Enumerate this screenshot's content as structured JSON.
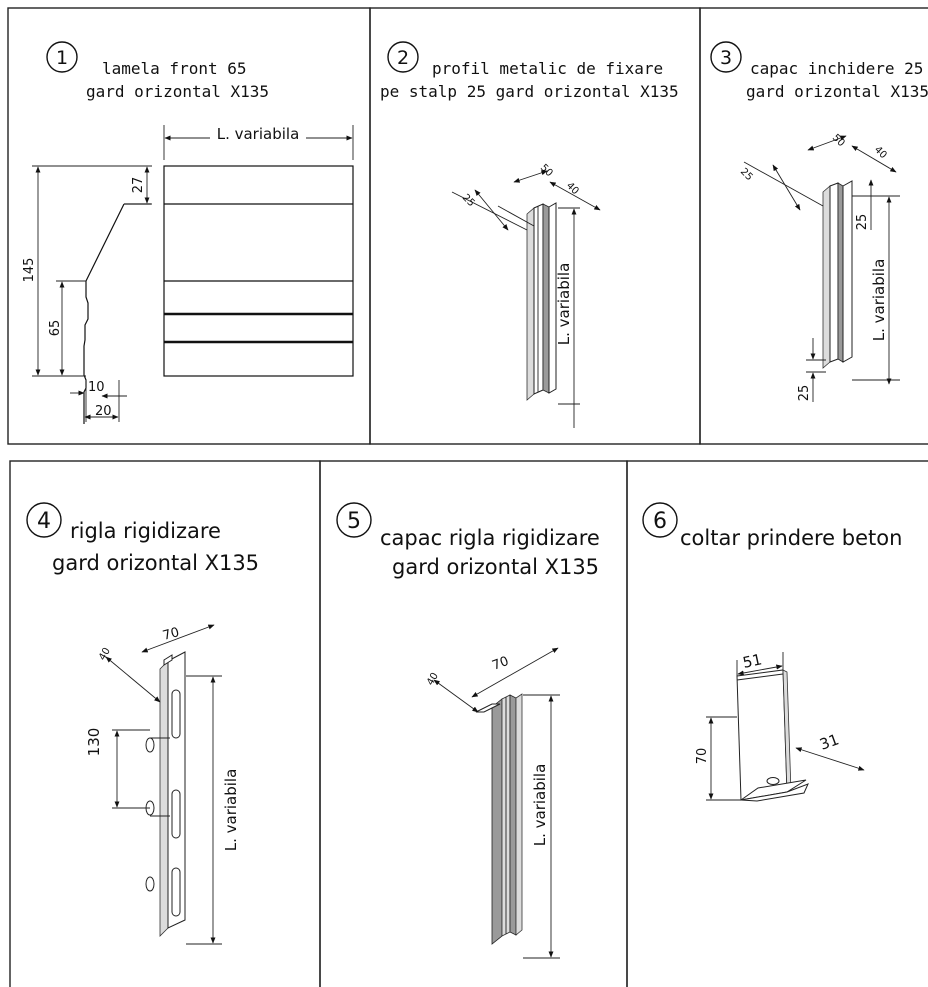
{
  "panels": [
    {
      "number": "1",
      "title_line1": "lamela front 65",
      "title_line2": "gard orizontal X135",
      "dims": {
        "height": "145",
        "top": "27",
        "mid": "65",
        "lip": "10",
        "base": "20",
        "length": "L. variabila"
      }
    },
    {
      "number": "2",
      "title_line1": "profil metalic de fixare",
      "title_line2": "pe stalp 25 gard orizontal X135",
      "dims": {
        "a": "25",
        "b": "50",
        "c": "40",
        "length": "L. variabila"
      }
    },
    {
      "number": "3",
      "title_line1": "capac inchidere 25",
      "title_line2": "gard orizontal X135",
      "dims": {
        "a": "25",
        "b": "50",
        "c": "40",
        "top": "25",
        "bottom": "25",
        "length": "L. variabila"
      }
    },
    {
      "number": "4",
      "title_line1": "rigla rigidizare",
      "title_line2": "gard orizontal X135",
      "dims": {
        "width": "70",
        "depth": "40",
        "pitch": "130",
        "length": "L. variabila"
      }
    },
    {
      "number": "5",
      "title_line1": "capac rigla rigidizare",
      "title_line2": "gard orizontal X135",
      "dims": {
        "width": "70",
        "depth": "40",
        "length": "L. variabila"
      }
    },
    {
      "number": "6",
      "title_line1": "coltar prindere beton",
      "dims": {
        "width": "51",
        "height": "70",
        "foot": "31"
      }
    }
  ]
}
